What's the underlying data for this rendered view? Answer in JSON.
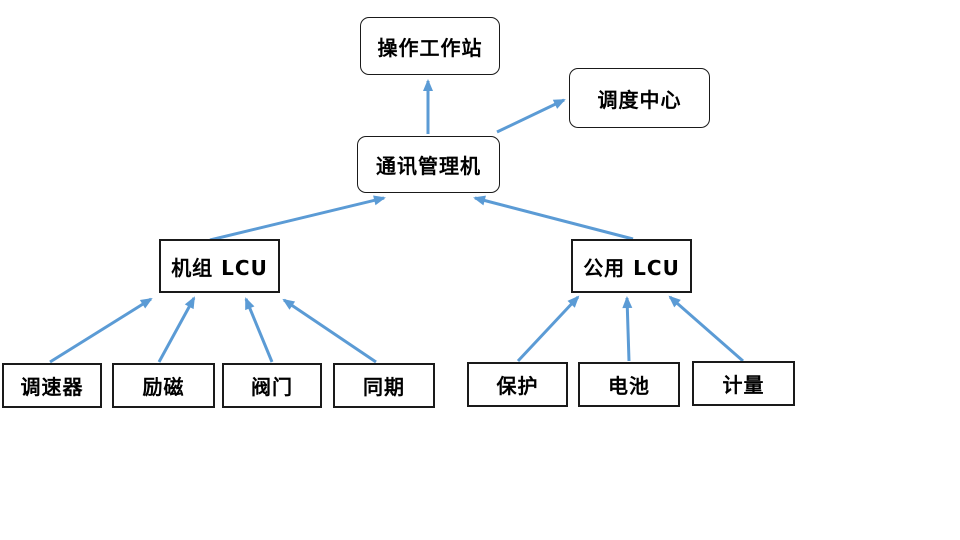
{
  "diagram": {
    "nodes": {
      "operator_workstation": {
        "label": "操作工作站"
      },
      "dispatch_center": {
        "label": "调度中心"
      },
      "comm_manager": {
        "label": "通讯管理机"
      },
      "unit_lcu": {
        "label": "机组 LCU"
      },
      "common_lcu": {
        "label": "公用 LCU"
      },
      "governor": {
        "label": "调速器"
      },
      "excitation": {
        "label": "励磁"
      },
      "valve": {
        "label": "阀门"
      },
      "synchronization": {
        "label": "同期"
      },
      "protection": {
        "label": "保护"
      },
      "battery": {
        "label": "电池"
      },
      "metering": {
        "label": "计量"
      }
    },
    "edges": [
      {
        "from": "通讯管理机",
        "to": "操作工作站"
      },
      {
        "from": "通讯管理机",
        "to": "调度中心"
      },
      {
        "from": "机组 LCU",
        "to": "通讯管理机"
      },
      {
        "from": "公用 LCU",
        "to": "通讯管理机"
      },
      {
        "from": "调速器",
        "to": "机组 LCU"
      },
      {
        "from": "励磁",
        "to": "机组 LCU"
      },
      {
        "from": "阀门",
        "to": "机组 LCU"
      },
      {
        "from": "同期",
        "to": "机组 LCU"
      },
      {
        "from": "保护",
        "to": "公用 LCU"
      },
      {
        "from": "电池",
        "to": "公用 LCU"
      },
      {
        "from": "计量",
        "to": "公用 LCU"
      }
    ],
    "colors": {
      "arrow": "#5b9bd5",
      "border": "#1a1a1a",
      "background": "#ffffff",
      "text": "#000000"
    }
  }
}
